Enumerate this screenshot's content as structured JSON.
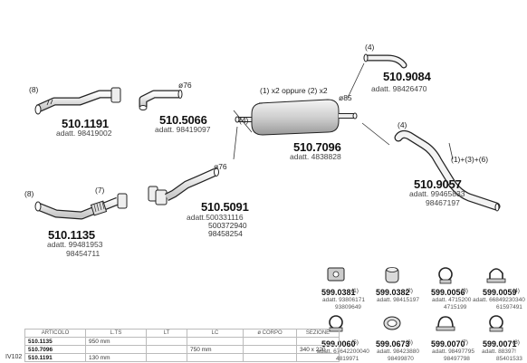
{
  "parts": [
    {
      "code": "510.9084",
      "annotation": "(4)",
      "refs": [
        "adatt. 98426470"
      ]
    },
    {
      "code": "510.1191",
      "annotation": "(8)",
      "refs": [
        "adatt. 98419002"
      ]
    },
    {
      "code": "510.5066",
      "annotation": "ø76",
      "refs": [
        "adatt. 98419097"
      ]
    },
    {
      "code": "510.7096",
      "annotation": "(1) x2 oppure (2) x2",
      "annotation2": "ø85",
      "refs": [
        "adatt. 4838828"
      ]
    },
    {
      "code": "510.9057",
      "annotation": "(4)",
      "annotation2": "(1)+(3)+(6)",
      "refs": [
        "adatt. 99465833",
        "98467197"
      ]
    },
    {
      "code": "510.5091",
      "annotation": "ø76",
      "refs": [
        "adatt.500331116",
        "500372940",
        "98458254"
      ]
    },
    {
      "code": "510.1135",
      "annotation": "(8)",
      "annotation2": "(7)",
      "refs": [
        "adatt. 99481953",
        "98454711"
      ]
    }
  ],
  "line_label": "(4)",
  "accessories": [
    {
      "code": "599.0381",
      "qty": "(1)",
      "refs": [
        "adatt. 93806171",
        "93809649"
      ],
      "icon": "rubber-mount-icon"
    },
    {
      "code": "599.0382",
      "qty": "(2)",
      "refs": [
        "adatt. 98415197"
      ],
      "icon": "rubber-hanger-icon"
    },
    {
      "code": "599.0056",
      "qty": "(3)",
      "refs": [
        "adatt. 4715200",
        "4715199"
      ],
      "icon": "pipe-clamp-icon"
    },
    {
      "code": "599.0059",
      "qty": "(4)",
      "refs": [
        "adatt. 66849230340",
        "61597491"
      ],
      "icon": "u-clamp-icon"
    },
    {
      "code": "599.0060",
      "qty": "(5)",
      "refs": [
        "adatt. 67642200040",
        "4819971"
      ],
      "icon": "flange-clamp-icon"
    },
    {
      "code": "599.0673",
      "qty": "(6)",
      "refs": [
        "adatt. 98423880",
        "98499870"
      ],
      "icon": "gasket-ring-icon"
    },
    {
      "code": "599.0070",
      "qty": "(7)",
      "refs": [
        "adatt. 98497795",
        "98497798"
      ],
      "icon": "spring-clamp-icon"
    },
    {
      "code": "599.0071",
      "qty": "(8)",
      "refs": [
        "adatt. 88397!",
        "85401533"
      ],
      "icon": "ring-clamp-icon"
    }
  ],
  "side_label": "IV102",
  "spec_table": {
    "headers": [
      "ARTICOLO",
      "L.TS",
      "LT",
      "LC",
      "ø CORPO",
      "SEZIONE"
    ],
    "rows": [
      [
        "510.1135",
        "950 mm",
        "",
        "",
        "",
        ""
      ],
      [
        "510.7096",
        "",
        "",
        "750 mm",
        "",
        "340 x 220"
      ],
      [
        "510.1191",
        "130 mm",
        "",
        "",
        "",
        ""
      ]
    ]
  },
  "colors": {
    "line": "#222222",
    "fill": "#ffffff",
    "muffler": "#bbbbbb"
  }
}
